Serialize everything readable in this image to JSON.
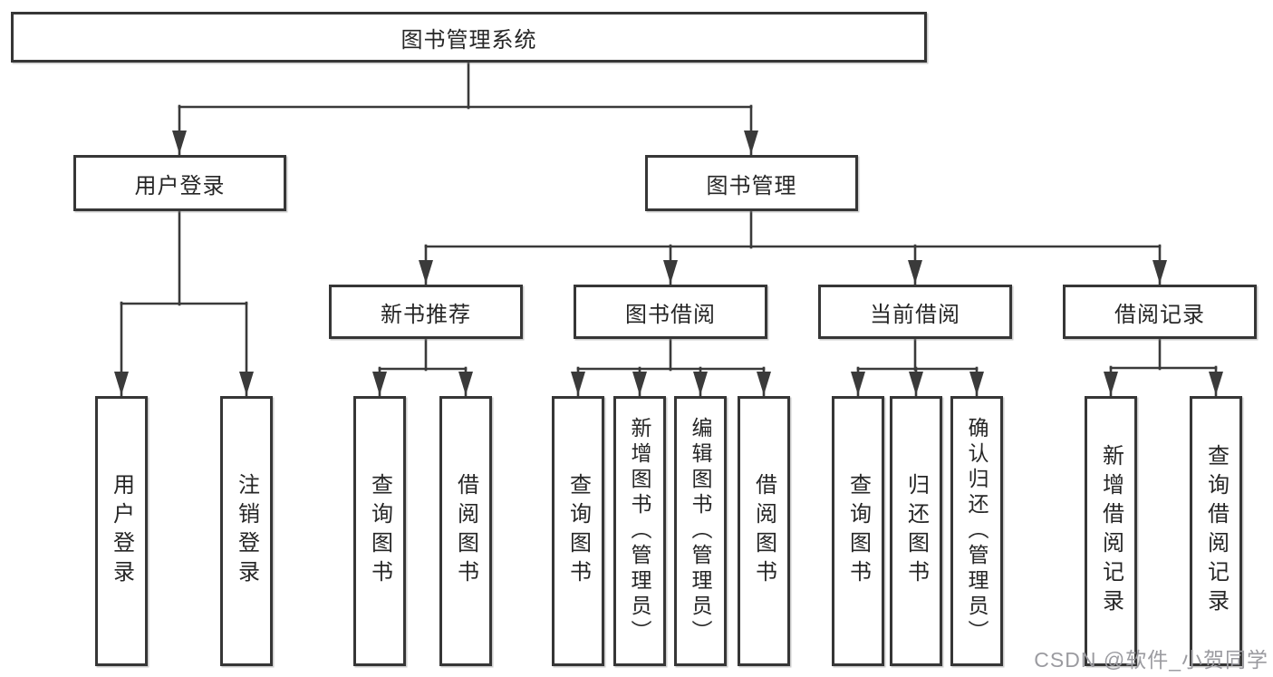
{
  "nodes": {
    "root": "图书管理系统",
    "level2": [
      "用户登录",
      "图书管理"
    ],
    "level3": [
      "新书推荐",
      "图书借阅",
      "当前借阅",
      "借阅记录"
    ],
    "leaves_user_login": [
      "用户登录",
      "注销登录"
    ],
    "leaves_new_book": [
      "查询图书",
      "借阅图书"
    ],
    "leaves_book_borrow": [
      "查询图书",
      "新增图书（管理员）",
      "编辑图书（管理员）",
      "借阅图书"
    ],
    "leaves_current_borrow": [
      "查询图书",
      "归还图书",
      "确认归还（管理员）"
    ],
    "leaves_borrow_record": [
      "新增借阅记录",
      "查询借阅记录"
    ]
  },
  "watermark": {
    "text": "CSDN @软件_小贺同学"
  },
  "colors": {
    "line": "#3a3a3a",
    "box_border": "#363636",
    "text": "#262626",
    "background": "#ffffff",
    "watermark": "#9b9ba0"
  }
}
